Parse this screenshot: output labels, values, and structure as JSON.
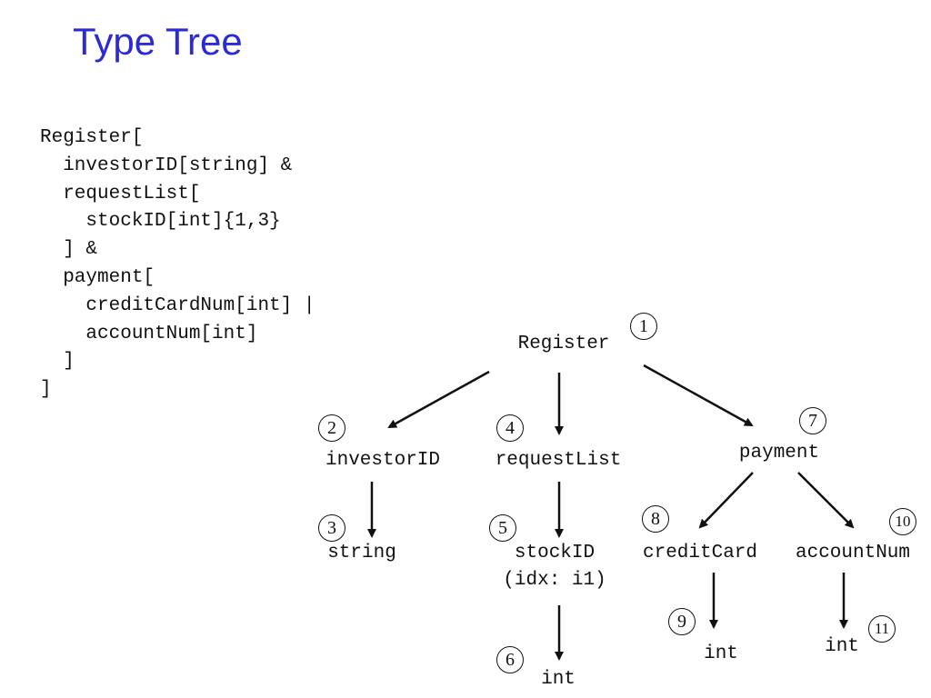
{
  "title": "Type Tree",
  "code_lines": [
    "Register[",
    "  investorID[string] &",
    "  requestList[",
    "    stockID[int]{1,3}",
    "  ] &",
    "  payment[",
    "    creditCardNum[int] |",
    "    accountNum[int]",
    "  ]",
    "]"
  ],
  "tree": {
    "nodes": [
      {
        "id": "1",
        "label": "Register"
      },
      {
        "id": "2",
        "label": "investorID"
      },
      {
        "id": "3",
        "label": "string"
      },
      {
        "id": "4",
        "label": "requestList"
      },
      {
        "id": "5",
        "label": "stockID\n(idx: i1)"
      },
      {
        "id": "6",
        "label": "int"
      },
      {
        "id": "7",
        "label": "payment"
      },
      {
        "id": "8",
        "label": "creditCard"
      },
      {
        "id": "9",
        "label": "int"
      },
      {
        "id": "10",
        "label": "accountNum"
      },
      {
        "id": "11",
        "label": "int"
      }
    ],
    "edges": [
      {
        "from": "1",
        "to": "2"
      },
      {
        "from": "1",
        "to": "4"
      },
      {
        "from": "1",
        "to": "7"
      },
      {
        "from": "2",
        "to": "3"
      },
      {
        "from": "4",
        "to": "5"
      },
      {
        "from": "5",
        "to": "6"
      },
      {
        "from": "7",
        "to": "8"
      },
      {
        "from": "7",
        "to": "10"
      },
      {
        "from": "8",
        "to": "9"
      },
      {
        "from": "10",
        "to": "11"
      }
    ]
  }
}
